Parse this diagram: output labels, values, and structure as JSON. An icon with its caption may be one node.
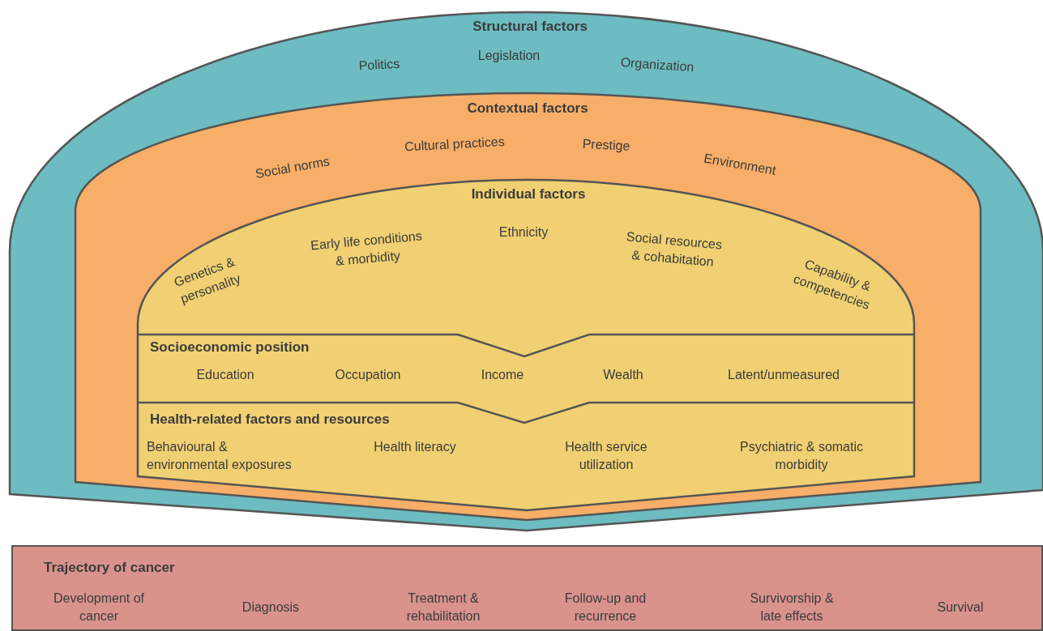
{
  "diagram": {
    "nodes": [
      {
        "text": [
          "Structural factors",
          "Politics",
          "Legislation",
          "Organization"
        ]
      },
      {
        "text": [
          "Contextual factors",
          "Social norms",
          "Cultural practices",
          "Prestige",
          "Environment"
        ],
        "in": 0
      },
      {
        "text": [
          "Individual factors",
          "Genetics & personality",
          "Early life conditions & morbidity",
          "Ethnicity",
          "Social resources & cohabitation",
          "Capability & competencies"
        ],
        "in": 1
      },
      {
        "text": [
          "Socioeconomic position",
          "Education",
          "Occupation",
          "Income",
          "Wealth",
          "Latent/unmeasured"
        ],
        "in": 2
      },
      {
        "text": [
          "Health-related factors and resources",
          "Behavioural & environmental exposures",
          "Health literacy",
          "Health service utilization",
          "Psychiatric & somatic morbidity"
        ],
        "in": 2
      },
      {
        "text": [
          "Trajectory of cancer",
          "Development of cancer",
          "Diagnosis",
          "Treatment & rehabilitation",
          "Follow-up and recurrence",
          "Survivorship & late effects",
          "Survival"
        ]
      }
    ]
  }
}
